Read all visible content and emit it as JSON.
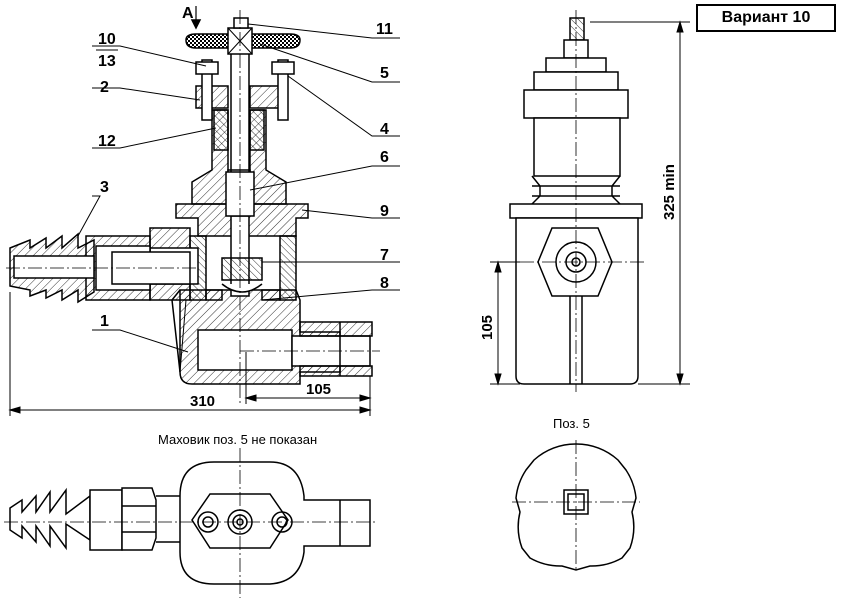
{
  "variant_label": "Вариант 10",
  "view_marker": "А",
  "callouts": [
    "11",
    "5",
    "10",
    "13",
    "2",
    "4",
    "12",
    "6",
    "3",
    "9",
    "7",
    "8",
    "1"
  ],
  "dimensions": {
    "total_length": "310",
    "outlet_length": "105",
    "side_height": "105",
    "min_height": "325 min"
  },
  "notes": {
    "handwheel_not_shown": "Маховик поз. 5 не показан",
    "detail_label": "Поз. 5"
  }
}
